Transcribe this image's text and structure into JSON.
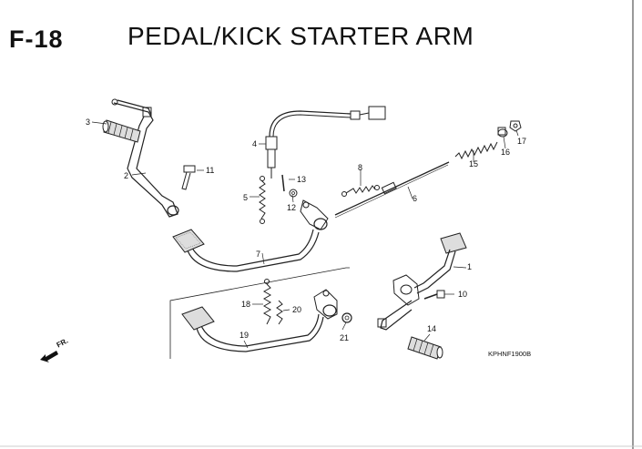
{
  "header": {
    "code": "F-18",
    "title": "PEDAL/KICK STARTER ARM"
  },
  "reference_code": "KPHNF1900B",
  "direction_label": "FR.",
  "parts": [
    {
      "num": "1"
    },
    {
      "num": "2"
    },
    {
      "num": "3"
    },
    {
      "num": "4"
    },
    {
      "num": "5"
    },
    {
      "num": "6"
    },
    {
      "num": "7"
    },
    {
      "num": "8"
    },
    {
      "num": "10"
    },
    {
      "num": "11"
    },
    {
      "num": "12"
    },
    {
      "num": "13"
    },
    {
      "num": "14"
    },
    {
      "num": "15"
    },
    {
      "num": "16"
    },
    {
      "num": "17"
    },
    {
      "num": "18"
    },
    {
      "num": "19"
    },
    {
      "num": "20"
    },
    {
      "num": "21"
    }
  ]
}
